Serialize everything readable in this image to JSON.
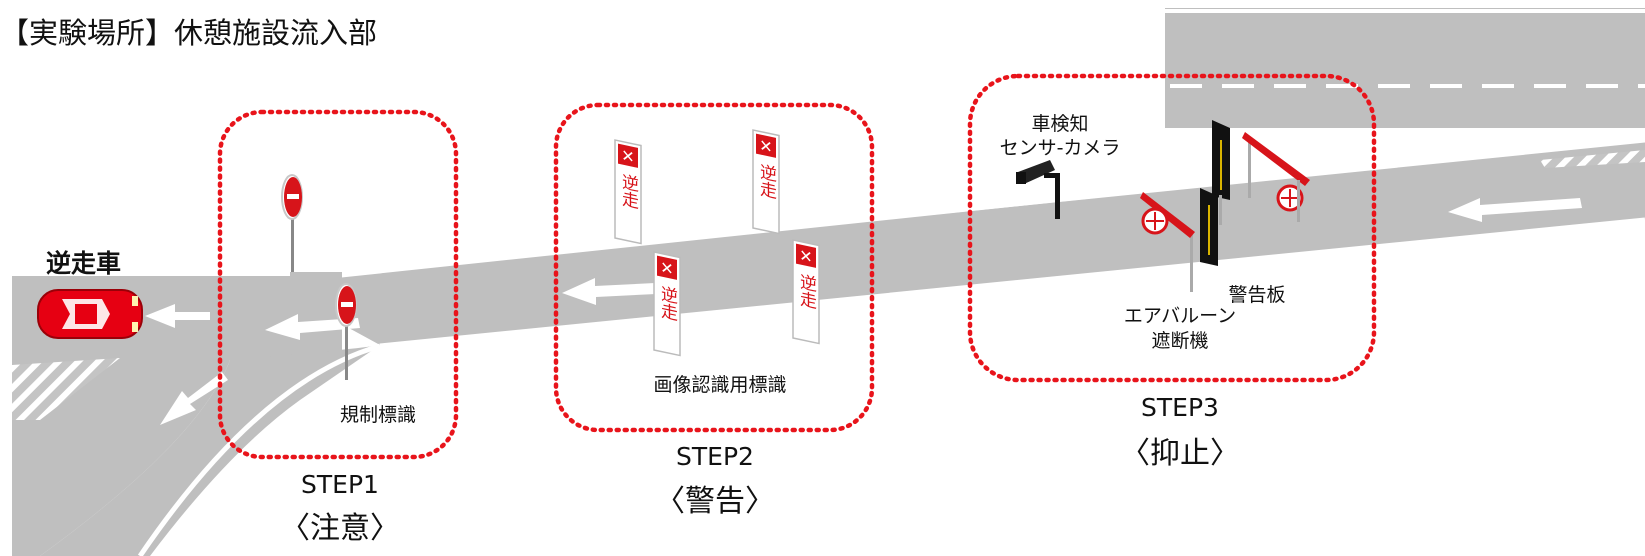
{
  "title": "【実験場所】休憩施設流入部",
  "wrong_way_car": {
    "label": "逆走車"
  },
  "steps": [
    {
      "step": "STEP1",
      "phase": "〈注意〉",
      "equipment": [
        "規制標識"
      ]
    },
    {
      "step": "STEP2",
      "phase": "〈警告〉",
      "equipment": [
        "画像認識用標識"
      ]
    },
    {
      "step": "STEP3",
      "phase": "〈抑止〉",
      "equipment": [
        "車検知\nセンサ-カメラ",
        "警告板",
        "エアバルーン\n遮断機"
      ]
    }
  ],
  "sign_text": "逆走",
  "colors": {
    "road": "#bfbfbf",
    "step_border": "#e8141b",
    "car": "#e60012",
    "arrow": "#ffffff",
    "sign_red": "#d7141a"
  }
}
